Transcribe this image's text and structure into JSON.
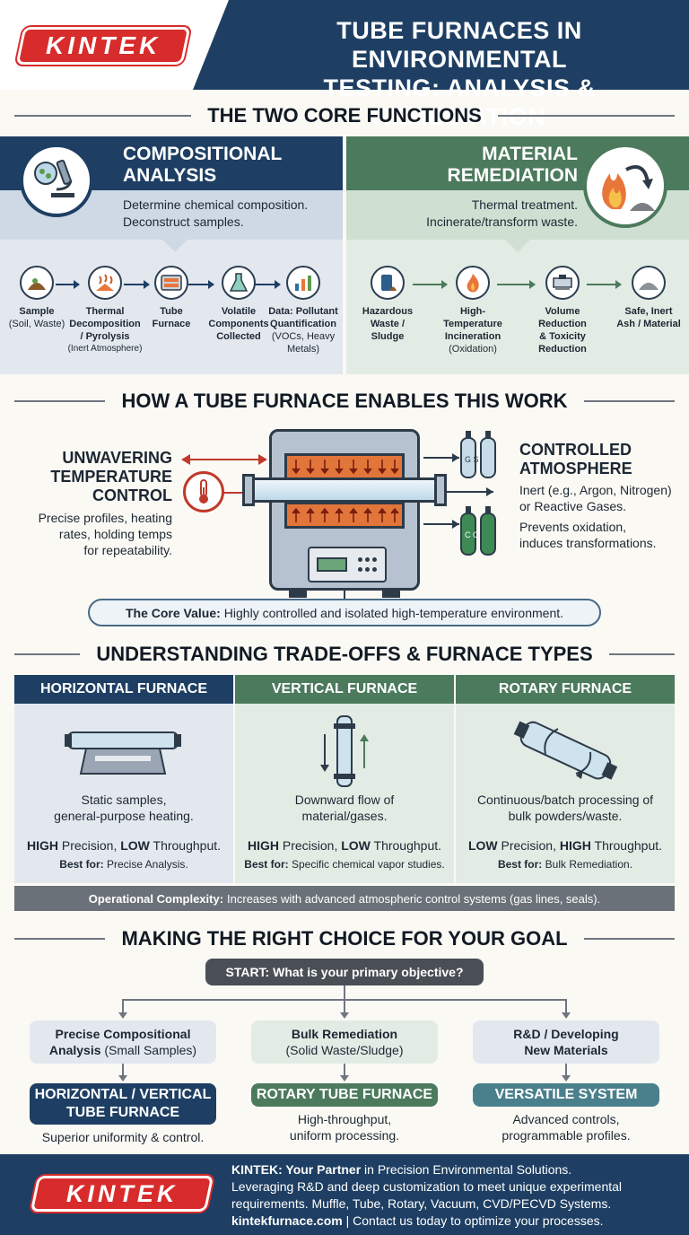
{
  "brand": {
    "logo_text": "KINTEK"
  },
  "header": {
    "title_line1": "TUBE FURNACES IN ENVIRONMENTAL",
    "title_line2": "TESTING: ANALYSIS & REMEDIATION"
  },
  "sections": {
    "core": "THE TWO CORE FUNCTIONS",
    "how": "HOW A TUBE FURNACE ENABLES THIS WORK",
    "tradeoffs": "UNDERSTANDING TRADE-OFFS & FURNACE TYPES",
    "choice": "MAKING THE RIGHT CHOICE FOR YOUR GOAL"
  },
  "analysis": {
    "title_line1": "COMPOSITIONAL",
    "title_line2": "ANALYSIS",
    "desc_line1": "Determine chemical composition.",
    "desc_line2": "Deconstruct samples.",
    "steps": [
      {
        "l1": "Sample",
        "l2": "(Soil, Waste)",
        "l3": "",
        "l4": ""
      },
      {
        "l1": "Thermal",
        "l2": "Decomposition",
        "l3": "/ Pyrolysis",
        "l4": "(Inert Atmosphere)"
      },
      {
        "l1": "Tube",
        "l2": "Furnace",
        "l3": "",
        "l4": ""
      },
      {
        "l1": "Volatile",
        "l2": "Components",
        "l3": "Collected",
        "l4": ""
      },
      {
        "l1": "Data: Pollutant",
        "l2": "Quantification",
        "l3": "(VOCs, Heavy",
        "l4": "Metals)"
      }
    ]
  },
  "remediation": {
    "title_line1": "MATERIAL",
    "title_line2": "REMEDIATION",
    "desc_line1": "Thermal treatment.",
    "desc_line2": "Incinerate/transform waste.",
    "steps": [
      {
        "l1": "Hazardous",
        "l2": "Waste /",
        "l3": "Sludge",
        "l4": ""
      },
      {
        "l1": "High-",
        "l2": "Temperature",
        "l3": "Incineration",
        "l4": "(Oxidation)"
      },
      {
        "l1": "Volume",
        "l2": "Reduction",
        "l3": "& Toxicity",
        "l4": "Reduction"
      },
      {
        "l1": "Safe, Inert",
        "l2": "Ash / Material",
        "l3": "",
        "l4": ""
      }
    ]
  },
  "how": {
    "temp_title_line1": "UNWAVERING",
    "temp_title_line2": "TEMPERATURE",
    "temp_title_line3": "CONTROL",
    "temp_desc_line1": "Precise profiles, heating",
    "temp_desc_line2": "rates, holding temps",
    "temp_desc_line3": "for repeatability.",
    "atm_title_line1": "CONTROLLED",
    "atm_title_line2": "ATMOSPHERE",
    "atm_desc_line1": "Inert (e.g., Argon, Nitrogen)",
    "atm_desc_line2": "or Reactive Gases.",
    "atm_desc_line3": "Prevents oxidation,",
    "atm_desc_line4": "induces transformations.",
    "cylinder_top_label": "G S",
    "cylinder_bottom_label": "C O",
    "core_value_label": "The Core Value:",
    "core_value_text": "Highly controlled and isolated high-temperature environment."
  },
  "types": [
    {
      "name": "HORIZONTAL FURNACE",
      "desc_line1": "Static samples,",
      "desc_line2": "general-purpose heating.",
      "prec_a": "HIGH",
      "prec_a_text": " Precision, ",
      "prec_b": "LOW",
      "prec_b_text": " Throughput.",
      "best_label": "Best for:",
      "best_text": "Precise Analysis."
    },
    {
      "name": "VERTICAL FURNACE",
      "desc_line1": "Downward flow of",
      "desc_line2": "material/gases.",
      "prec_a": "HIGH",
      "prec_a_text": " Precision, ",
      "prec_b": "LOW",
      "prec_b_text": " Throughput.",
      "best_label": "Best for:",
      "best_text": "Specific chemical vapor studies."
    },
    {
      "name": "ROTARY FURNACE",
      "desc_line1": "Continuous/batch processing of",
      "desc_line2": "bulk powders/waste.",
      "prec_a": "LOW",
      "prec_a_text": " Precision, ",
      "prec_b": "HIGH",
      "prec_b_text": " Throughput.",
      "best_label": "Best for:",
      "best_text": "Bulk Remediation."
    }
  ],
  "complexity": {
    "label": "Operational Complexity:",
    "text": "Increases with advanced atmospheric control systems (gas lines, seals)."
  },
  "decision": {
    "start": "START: What is your primary objective?",
    "options": [
      {
        "b": "Precise Compositional",
        "l2a": "Analysis",
        "l2b": " (Small Samples)",
        "result_line1": "HORIZONTAL / VERTICAL",
        "result_line2": "TUBE FURNACE",
        "sub_line1": "Superior uniformity & control.",
        "sub_line2": ""
      },
      {
        "b": "Bulk Remediation",
        "l2a": "",
        "l2b": "(Solid Waste/Sludge)",
        "result_line1": "ROTARY TUBE FURNACE",
        "result_line2": "",
        "sub_line1": "High-throughput,",
        "sub_line2": "uniform processing."
      },
      {
        "b": "R&D / Developing",
        "l2a": "New Materials",
        "l2b": "",
        "result_line1": "VERSATILE SYSTEM",
        "result_line2": "",
        "sub_line1": "Advanced controls,",
        "sub_line2": "programmable profiles."
      }
    ]
  },
  "footer": {
    "line1_bold": "KINTEK: Your Partner",
    "line1_rest": " in Precision Environmental Solutions.",
    "line2": "Leveraging R&D and deep customization to meet unique experimental",
    "line3": "requirements. Muffle, Tube, Rotary, Vacuum, CVD/PECVD Systems.",
    "line4_bold": "kintekfurnace.com",
    "line4_rest": " | Contact us today to optimize your processes."
  },
  "colors": {
    "navy": "#1e3f63",
    "green": "#4c7a5d",
    "teal": "#4a7f8c",
    "red": "#d82b2b",
    "orange": "#e8763a"
  }
}
